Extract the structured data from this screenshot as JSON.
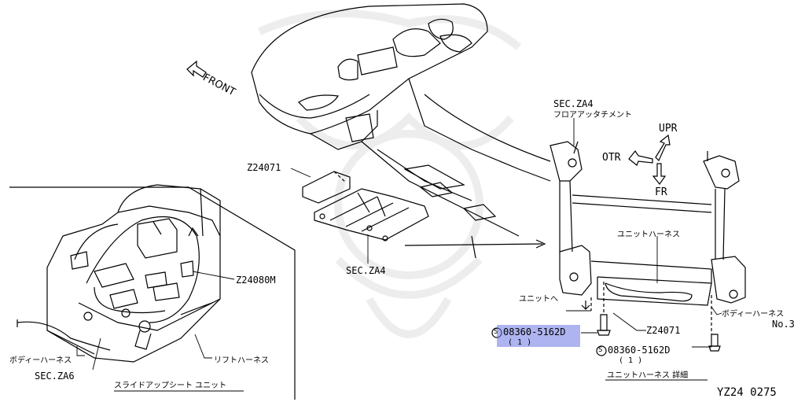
{
  "diagram": {
    "front_label": "FRONT",
    "labels": {
      "z24071_top": "Z24071",
      "sec_za4_bottom": "SEC.ZA4",
      "sec_za4_right": "SEC.ZA4",
      "floor_attachment": "フロアアッタチメント",
      "upr": "UPR",
      "otr": "OTR",
      "fr": "FR",
      "unit_harness": "ユニットハーネス",
      "unit_to": "ユニットへ",
      "z24071_right": "Z24071",
      "body_harness_no3_a": "ボディーハーネス",
      "body_harness_no3_b": "No.3",
      "part_highlight": "08360-5162D",
      "part_highlight_qty": "( 1 )",
      "part_second": "08360-5162D",
      "part_second_qty": "( 1 )",
      "unit_harness_detail": "ユニットハーネス 詳細",
      "z24080m": "Z24080M",
      "body_harness_left": "ボディーハーネス",
      "lift_harness": "リフトハーネス",
      "sec_za6": "SEC.ZA6",
      "slide_up_seat_unit": "スライドアップシート ユニット",
      "figure_code": "YZ24  0275"
    },
    "symbol_s": "S",
    "highlight_color": "#6c76e2"
  }
}
